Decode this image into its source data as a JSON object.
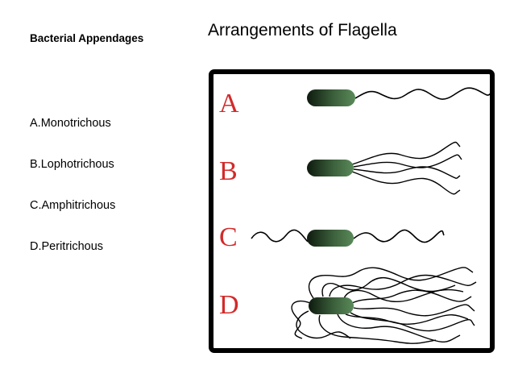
{
  "slide": {
    "heading": "Bacterial Appendages",
    "title": "Arrangements of Flagella",
    "types": [
      "A.Monotrichous",
      "B.Lophotrichous",
      "C.Amphitrichous",
      "D.Peritrichous"
    ]
  },
  "figure": {
    "panel_letters": [
      "A",
      "B",
      "C",
      "D"
    ],
    "colors": {
      "letter": "#d32a2a",
      "cell_light": "#5a8a5a",
      "cell_dark": "#0e1a0e",
      "frame": "#000000"
    }
  }
}
